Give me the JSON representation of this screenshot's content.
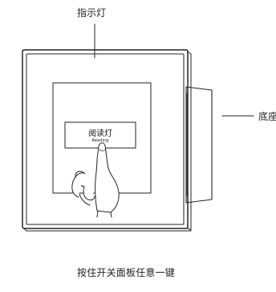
{
  "labels": {
    "indicator": "指示灯",
    "base": "底座",
    "caption": "按住开关面板任意一键"
  },
  "panel": {
    "button_label": "阅读灯",
    "button_sublabel": "Reading"
  },
  "colors": {
    "stroke": "#222222",
    "skin": "#ffffff"
  }
}
